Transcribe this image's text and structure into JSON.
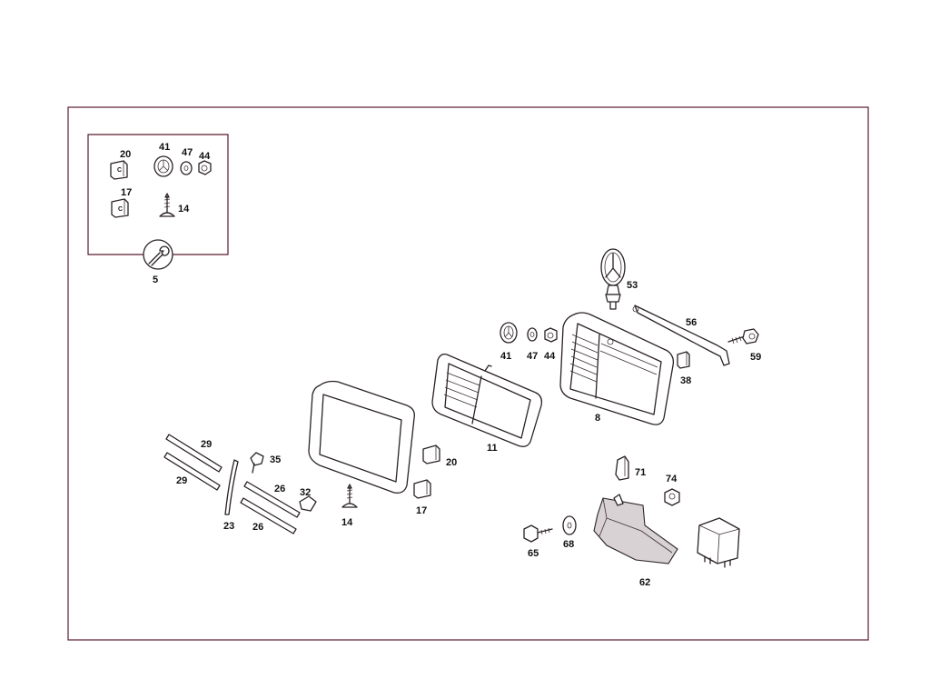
{
  "labels": {
    "inset": {
      "p20": "20",
      "p41": "41",
      "p47": "47",
      "p44": "44",
      "p17": "17",
      "p14": "14",
      "p5": "5"
    },
    "main": {
      "p53": "53",
      "p56": "56",
      "p59": "59",
      "p41": "41",
      "p47": "47",
      "p44": "44",
      "p38": "38",
      "p8": "8",
      "p11": "11",
      "p20": "20",
      "p17": "17",
      "p14": "14",
      "p29a": "29",
      "p29b": "29",
      "p35": "35",
      "p26a": "26",
      "p26b": "26",
      "p32": "32",
      "p23": "23",
      "p71": "71",
      "p74": "74",
      "p65": "65",
      "p68": "68",
      "p62": "62"
    }
  },
  "colors": {
    "frame": "#5a1a2c",
    "line": "#2a2226"
  }
}
